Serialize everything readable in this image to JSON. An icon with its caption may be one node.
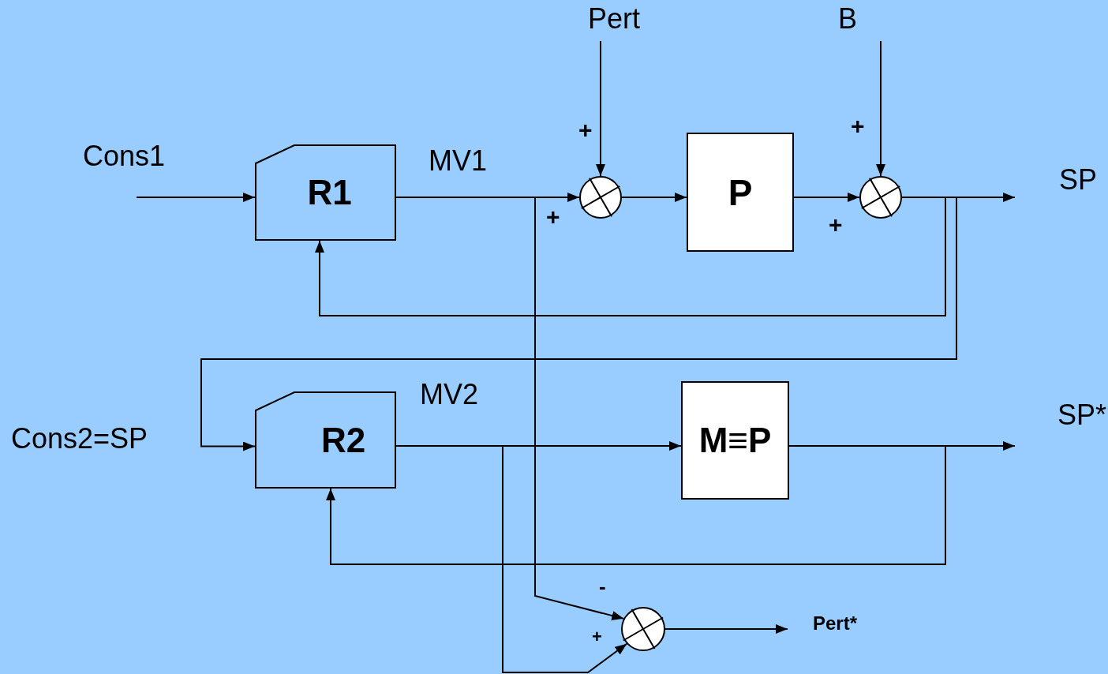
{
  "diagram": {
    "nodes": [
      {
        "text": [
          "R1"
        ]
      },
      {
        "text": [],
        "shape": "circle"
      },
      {
        "text": [
          "P"
        ]
      },
      {
        "text": [],
        "shape": "circle"
      },
      {
        "text": [
          "R2"
        ]
      },
      {
        "text": [
          "M≡P"
        ]
      },
      {
        "text": [],
        "shape": "circle"
      },
      {
        "text": [
          "Pert"
        ]
      },
      {
        "text": [
          "B"
        ]
      },
      {
        "text": [
          "SP"
        ]
      },
      {
        "text": [
          "SP*"
        ]
      },
      {
        "text": [
          "Pert*"
        ]
      },
      {
        "text": [
          "Cons1"
        ]
      }
    ],
    "edges": [
      {
        "from": 12,
        "to": 0,
        "arrow": "to"
      },
      {
        "from": 0,
        "to": 1,
        "arrow": "to",
        "label": "MV1"
      },
      {
        "from": 7,
        "to": 1,
        "arrow": "to"
      },
      {
        "from": 1,
        "to": 2,
        "arrow": "to"
      },
      {
        "from": 2,
        "to": 3,
        "arrow": "to"
      },
      {
        "from": 8,
        "to": 3,
        "arrow": "to"
      },
      {
        "from": 3,
        "to": 9,
        "arrow": "to"
      },
      {
        "from": 3,
        "to": 0,
        "arrow": "to"
      },
      {
        "from": 3,
        "to": 4,
        "arrow": "to"
      },
      {
        "from": 4,
        "to": 5,
        "arrow": "to",
        "label": "MV2"
      },
      {
        "from": 5,
        "to": 10,
        "arrow": "to"
      },
      {
        "from": 5,
        "to": 4,
        "arrow": "to"
      },
      {
        "from": 0,
        "to": 6,
        "arrow": "to"
      },
      {
        "from": 4,
        "to": 6,
        "arrow": "to"
      },
      {
        "from": 6,
        "to": 11,
        "arrow": "to"
      }
    ],
    "labels": [
      "+",
      "+",
      "+",
      "+",
      "Cons2=SP",
      "-",
      "+"
    ]
  }
}
